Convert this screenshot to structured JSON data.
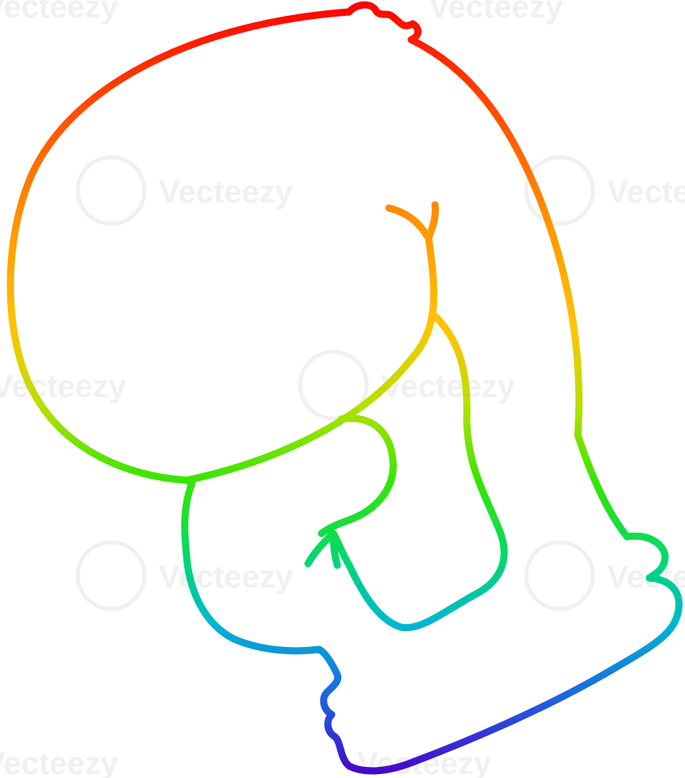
{
  "illustration": {
    "subject": "boxing-glove",
    "style": "rainbow gradient line art",
    "background": "#ffffff",
    "gradient_colors": [
      "#ff0000",
      "#ff8000",
      "#ffc000",
      "#80e000",
      "#00dd33",
      "#00b4d8",
      "#2050e0",
      "#4000c0"
    ]
  },
  "watermark": {
    "text": "Vecteezy"
  }
}
